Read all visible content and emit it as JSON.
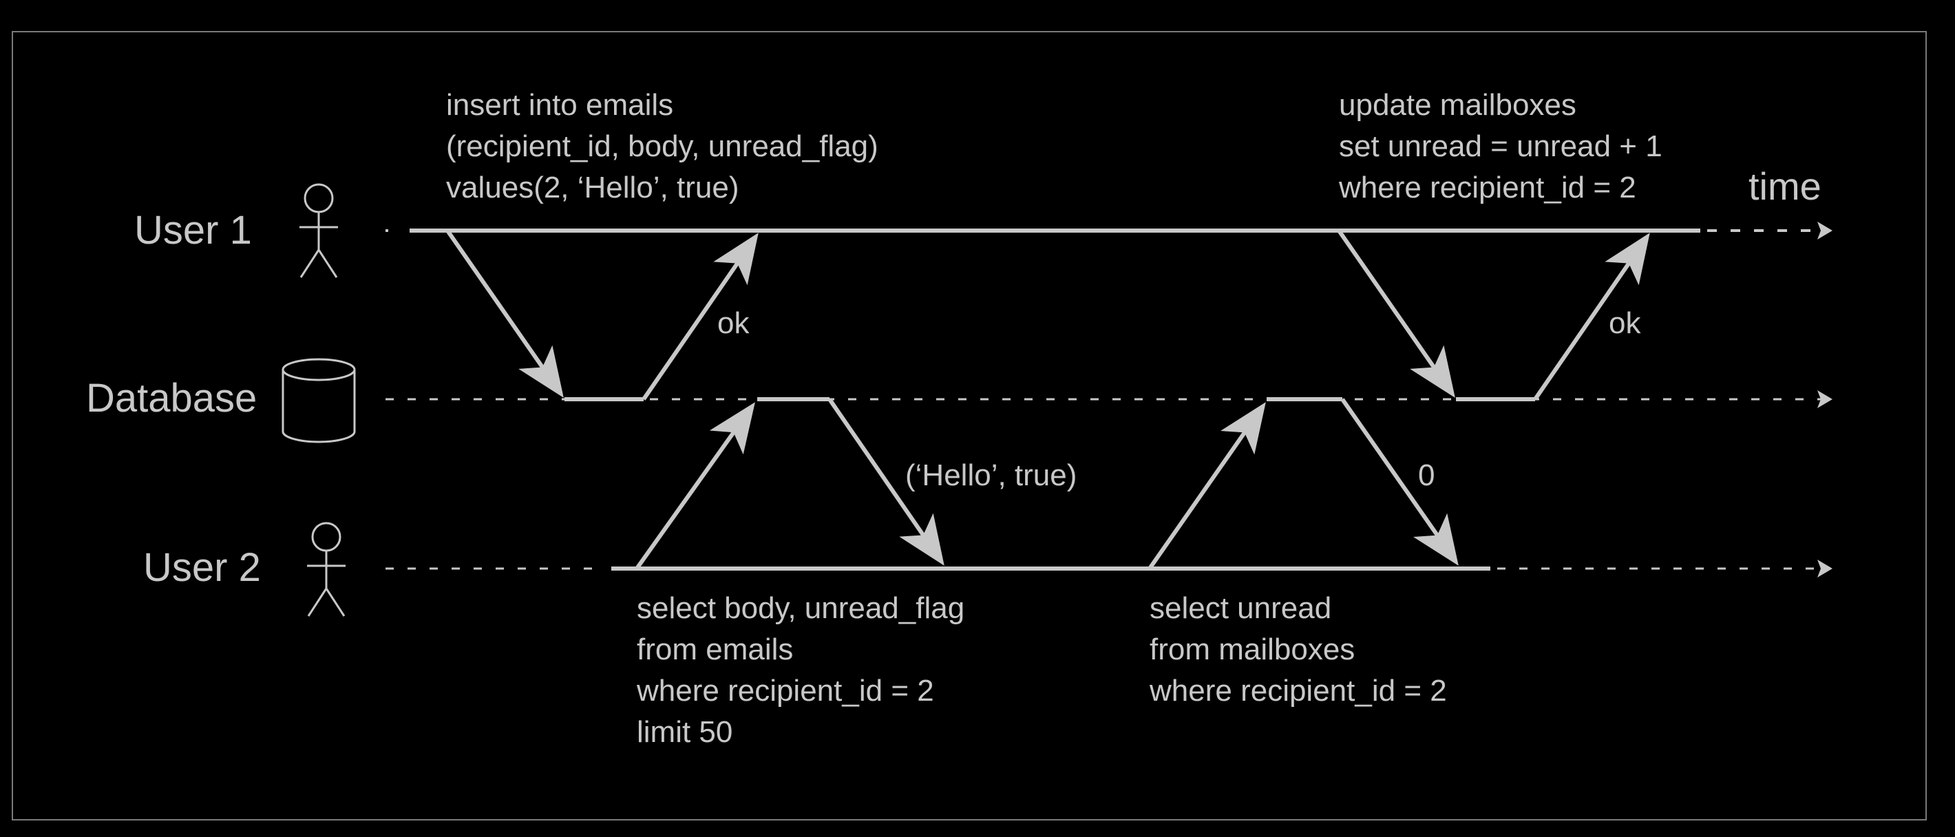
{
  "colors": {
    "background": "#000000",
    "line": "#c8c8c8",
    "frame": "#7a7a7a"
  },
  "actors": {
    "user1": "User 1",
    "database": "Database",
    "user2": "User 2"
  },
  "time_label": "time",
  "user1_insert": {
    "lines": [
      "insert into emails",
      "(recipient_id, body, unread_flag)",
      "values(2, ‘Hello’, true)"
    ],
    "response": "ok"
  },
  "user1_update": {
    "lines": [
      "update mailboxes",
      "set unread = unread + 1",
      "where recipient_id = 2"
    ],
    "response": "ok"
  },
  "user2_select_emails": {
    "lines": [
      "select body, unread_flag",
      "from emails",
      "where recipient_id = 2",
      "limit 50"
    ],
    "response": "(‘Hello’, true)"
  },
  "user2_select_unread": {
    "lines": [
      "select unread",
      "from mailboxes",
      "where recipient_id = 2"
    ],
    "response": "0"
  },
  "icons": {
    "user1": "person-icon",
    "database": "database-cylinder-icon",
    "user2": "person-icon"
  }
}
